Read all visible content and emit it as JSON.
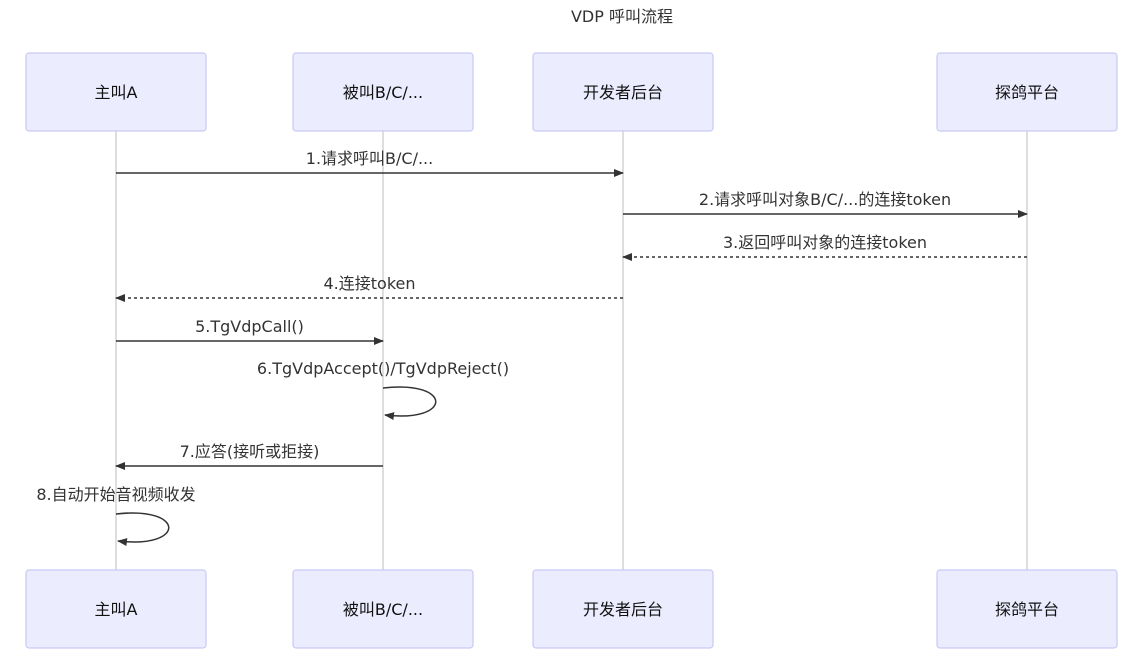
{
  "diagram": {
    "title": "VDP  呼叫流程",
    "actors": [
      {
        "id": "caller",
        "label": "主叫A"
      },
      {
        "id": "callee",
        "label": "被叫B/C/..."
      },
      {
        "id": "backend",
        "label": "开发者后台"
      },
      {
        "id": "platform",
        "label": "探鸽平台"
      }
    ],
    "messages": [
      {
        "from": "caller",
        "to": "backend",
        "label": "1.请求呼叫B/C/...",
        "style": "solid"
      },
      {
        "from": "backend",
        "to": "platform",
        "label": "2.请求呼叫对象B/C/...的连接token",
        "style": "solid"
      },
      {
        "from": "platform",
        "to": "backend",
        "label": "3.返回呼叫对象的连接token",
        "style": "dotted"
      },
      {
        "from": "backend",
        "to": "caller",
        "label": "4.连接token",
        "style": "dotted"
      },
      {
        "from": "caller",
        "to": "callee",
        "label": "5.TgVdpCall()",
        "style": "solid"
      },
      {
        "from": "callee",
        "to": "callee",
        "label": "6.TgVdpAccept()/TgVdpReject()",
        "style": "solid"
      },
      {
        "from": "callee",
        "to": "caller",
        "label": "7.应答(接听或拒接)",
        "style": "solid"
      },
      {
        "from": "caller",
        "to": "caller",
        "label": "8.自动开始音视频收发",
        "style": "solid"
      }
    ]
  }
}
